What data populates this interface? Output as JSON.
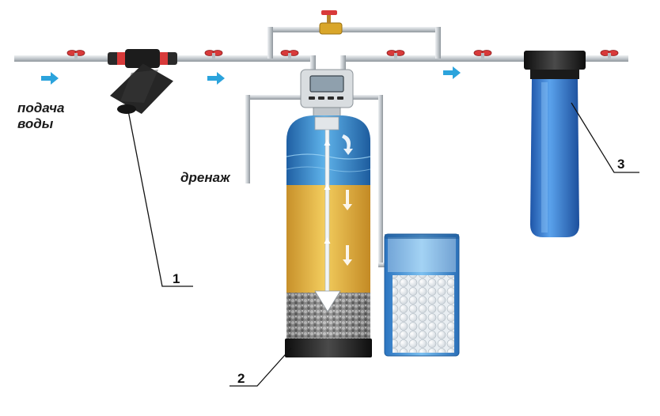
{
  "labels": {
    "water_supply_line1": "подача",
    "water_supply_line2": "воды",
    "drain": "дренаж",
    "callout_1": "1",
    "callout_2": "2",
    "callout_3": "3"
  },
  "colors": {
    "pipe": "#c7ccd1",
    "valve_handle": "#d83a3a",
    "flow_arrow": "#2ba3dc",
    "filter_housing": "#2a2a2a",
    "tank_water": "#3a86c8",
    "tank_media": "#e8b744",
    "tank_gravel": "#9a9a9a",
    "tank_base": "#111111",
    "brine_tank": "#3f8fd0",
    "cartridge_housing": "#2f6ec2",
    "bypass_valve": "#d9a62a"
  },
  "icons": {
    "valves": "red-handle-valve-icon",
    "arrows": "flow-arrow-icon",
    "controller": "control-head-icon"
  }
}
